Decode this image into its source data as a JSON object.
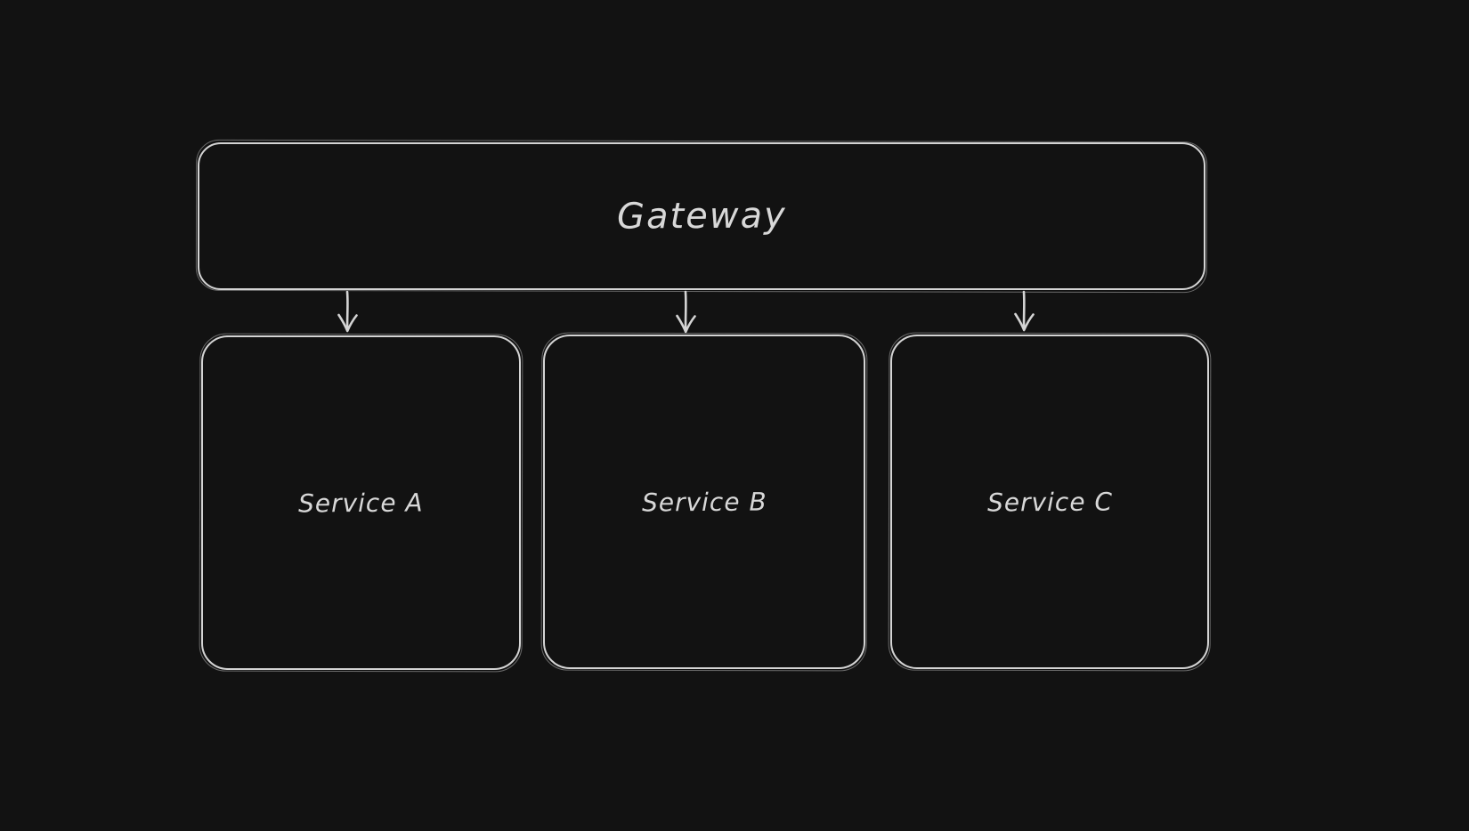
{
  "theme": {
    "bg": "#121212",
    "stroke": "#d4d4d4",
    "text": "#d8d8d8"
  },
  "diagram": {
    "type": "flowchart",
    "style": "hand-drawn-whiteboard-dark",
    "nodes": [
      {
        "id": "gateway",
        "label": "Gateway"
      },
      {
        "id": "service-a",
        "label": "Service A"
      },
      {
        "id": "service-b",
        "label": "Service B"
      },
      {
        "id": "service-c",
        "label": "Service C"
      }
    ],
    "edges": [
      {
        "from": "gateway",
        "to": "service-a",
        "direction": "down",
        "arrowhead": "open-v"
      },
      {
        "from": "gateway",
        "to": "service-b",
        "direction": "down",
        "arrowhead": "open-v"
      },
      {
        "from": "gateway",
        "to": "service-c",
        "direction": "down",
        "arrowhead": "open-v"
      }
    ]
  }
}
